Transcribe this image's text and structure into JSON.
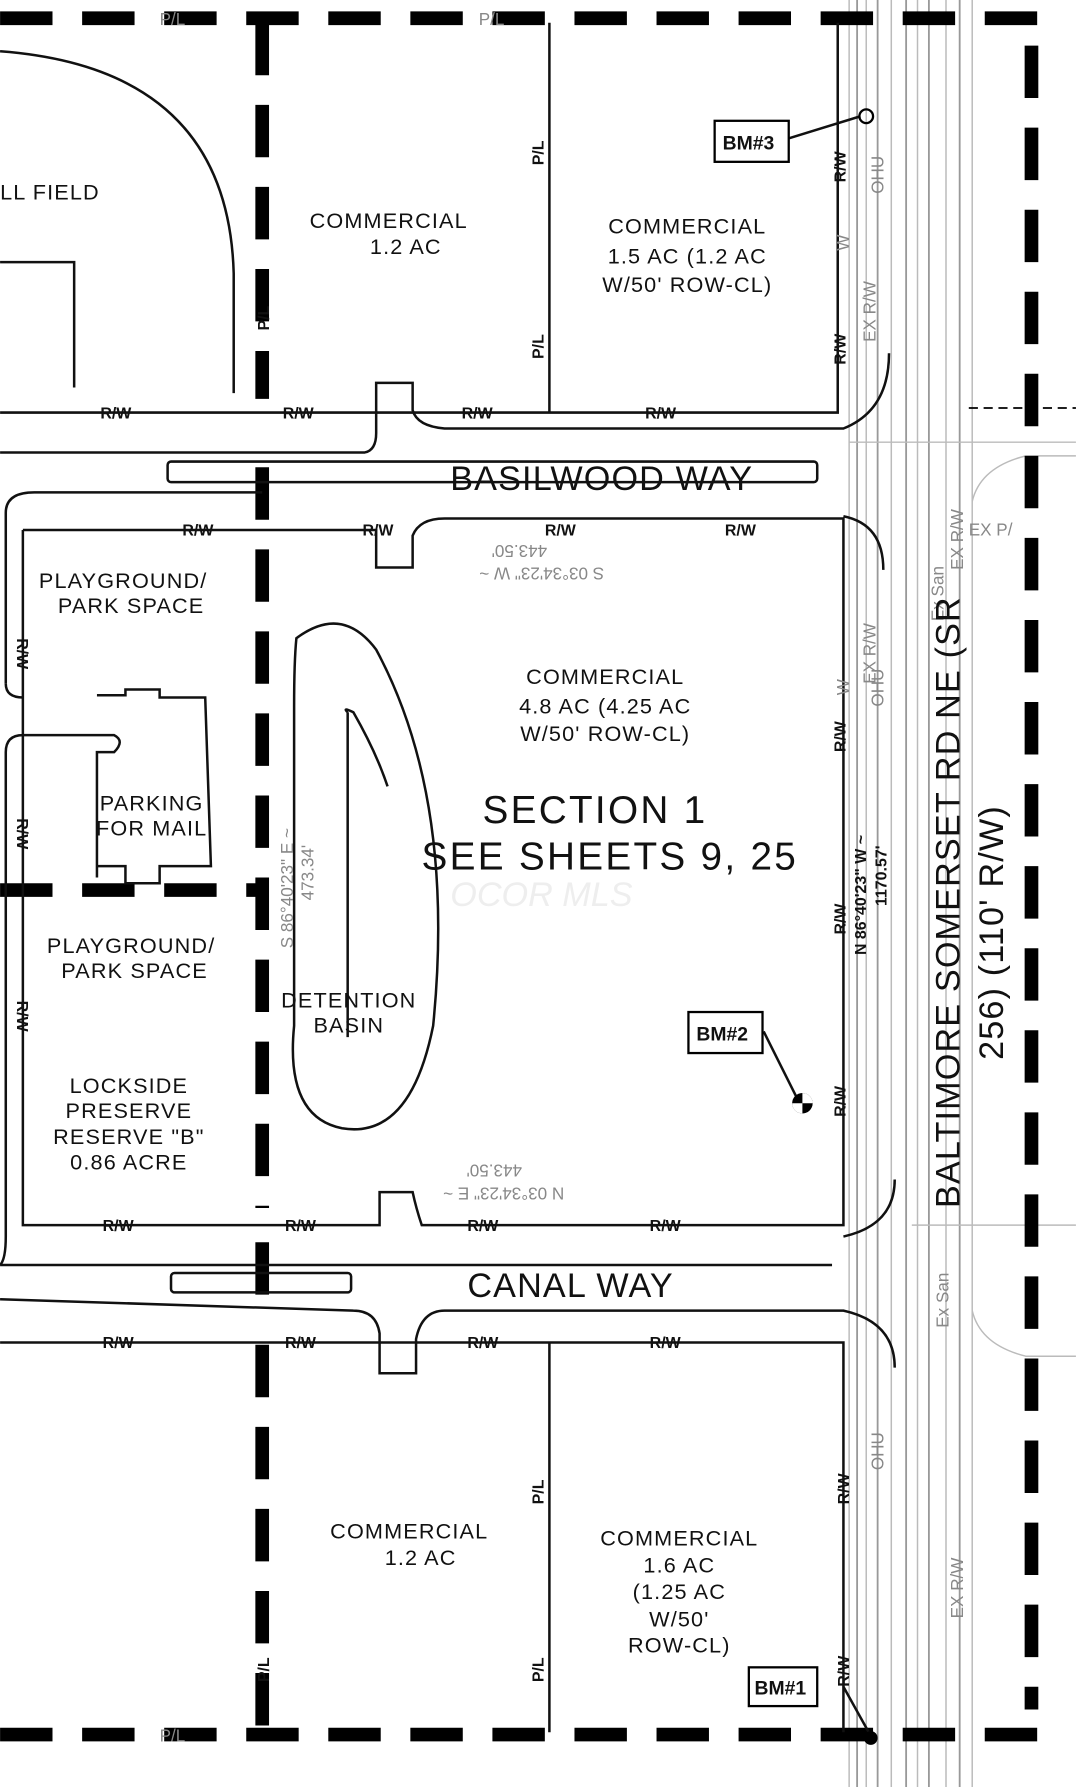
{
  "plat": {
    "parcels": {
      "ballfield": "LL FIELD",
      "commercial_nw": [
        "COMMERCIAL",
        "1.2 AC"
      ],
      "commercial_ne": [
        "COMMERCIAL",
        "1.5 AC (1.2 AC",
        "W/50' ROW-CL)"
      ],
      "playground_1": [
        "PLAYGROUND/",
        "PARK SPACE"
      ],
      "parking": [
        "PARKING",
        "FOR MAIL"
      ],
      "playground_2": [
        "PLAYGROUND/",
        "PARK SPACE"
      ],
      "reserve": [
        "LOCKSIDE",
        "PRESERVE",
        "RESERVE \"B\"",
        "0.86 ACRE"
      ],
      "detention": [
        "DETENTION",
        "BASIN"
      ],
      "commercial_center": [
        "COMMERCIAL",
        "4.8 AC (4.25 AC",
        "W/50' ROW-CL)"
      ],
      "section": [
        "SECTION 1",
        "SEE SHEETS 9, 25"
      ],
      "commercial_sw": [
        "COMMERCIAL",
        "1.2 AC"
      ],
      "commercial_se": [
        "COMMERCIAL",
        "1.6 AC",
        "(1.25 AC",
        "W/50'",
        "ROW-CL)"
      ]
    },
    "roads": {
      "north": "BASILWOOD WAY",
      "south": "CANAL WAY",
      "east": [
        "BALTIMORE SOMERSET RD NE (SR",
        "256) (110' R/W)"
      ]
    },
    "bearings": {
      "north": [
        "443.50'",
        "S 03°34'23\" W ~"
      ],
      "south": [
        "443.50'",
        "N 03°34'23\" E ~"
      ],
      "west": [
        "S 86°40'23\" E ~",
        "473.34'"
      ],
      "east": [
        "N 86°40'23\" W ~",
        "1170.57'"
      ]
    },
    "labels": {
      "rw": "R/W",
      "pl": "P/L",
      "w": "W",
      "ohu": "OHU",
      "ex_rw": "EX R/W",
      "ex_san": "Ex San",
      "ex_p": "EX P/"
    },
    "benchmarks": [
      "BM#3",
      "BM#2",
      "BM#1"
    ],
    "watermark": "OCOR MLS"
  }
}
